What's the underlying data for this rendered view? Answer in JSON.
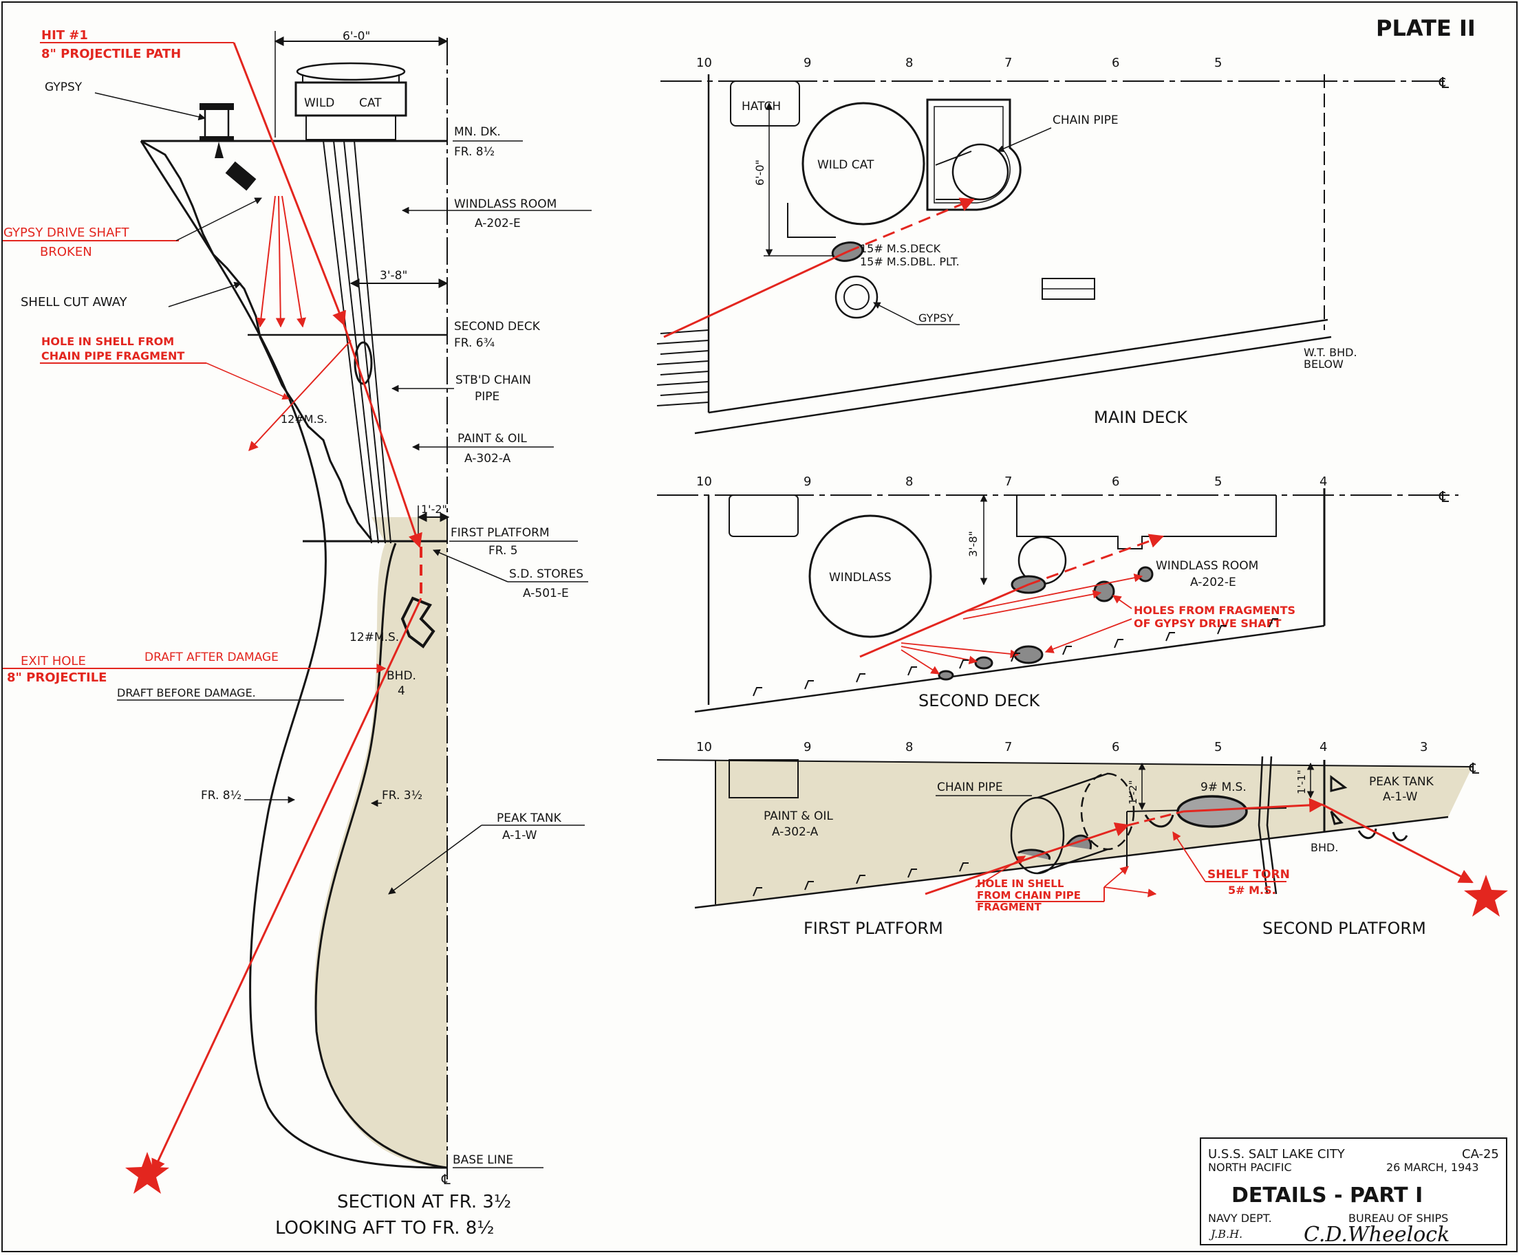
{
  "plate": "PLATE II",
  "section": {
    "hit_label": "HIT #1",
    "path_label": "8\" PROJECTILE PATH",
    "gypsy": "GYPSY",
    "dim_top": "6'-0\"",
    "wildcat_left": "WILD",
    "wildcat_right": "CAT",
    "gypsy_drive_shaft": "GYPSY DRIVE SHAFT",
    "broken": "BROKEN",
    "shell_cut_away": "SHELL CUT AWAY",
    "hole_in_shell_1": "HOLE IN SHELL FROM",
    "hole_in_shell_2": "CHAIN PIPE FRAGMENT",
    "ms12_a": "12#M.S.",
    "mn_dk": "MN. DK.",
    "fr_8half": "FR. 8½",
    "windlass_room": "WINDLASS ROOM",
    "windlass_room_code": "A-202-E",
    "dim_3_8": "3'-8\"",
    "second_deck": "SECOND DECK",
    "fr_6_3_4": "FR. 6¾",
    "stbd_chain": "STB'D CHAIN",
    "pipe": "PIPE",
    "paint_oil": "PAINT & OIL",
    "paint_oil_code": "A-302-A",
    "dim_1_2": "1'-2\"",
    "first_platform": "FIRST PLATFORM",
    "fr5": "FR. 5",
    "sd_stores": "S.D. STORES",
    "sd_stores_code": "A-501-E",
    "ms12_b": "12#M.S.",
    "exit_hole": "EXIT HOLE",
    "exit_proj": "8\" PROJECTILE",
    "draft_after": "DRAFT AFTER DAMAGE",
    "draft_before": "DRAFT BEFORE DAMAGE.",
    "bhd4_a": "BHD.",
    "bhd4_b": "4",
    "fr_8half_b": "FR. 8½",
    "fr_3half": "FR. 3½",
    "peak_tank": "PEAK TANK",
    "peak_tank_code": "A-1-W",
    "base_line": "BASE LINE",
    "cl": "℄",
    "caption1": "SECTION AT FR. 3½",
    "caption2": "LOOKING AFT TO FR. 8½"
  },
  "main_deck": {
    "frames": [
      "10",
      "9",
      "8",
      "7",
      "6",
      "5"
    ],
    "hatch": "HATCH",
    "wildcat": "WILD CAT",
    "chain_pipe": "CHAIN PIPE",
    "dim": "6'-0\"",
    "deck1": "15# M.S.DECK",
    "deck2": "15# M.S.DBL. PLT.",
    "gypsy": "GYPSY",
    "wt_bhd": "W.T. BHD.",
    "below": "BELOW",
    "title": "MAIN DECK"
  },
  "second_deck": {
    "frames": [
      "10",
      "9",
      "8",
      "7",
      "6",
      "5",
      "4"
    ],
    "windlass": "WINDLASS",
    "dim": "3'-8\"",
    "windlass_room": "WINDLASS ROOM",
    "windlass_room_code": "A-202-E",
    "holes1": "HOLES FROM FRAGMENTS",
    "holes2": "OF GYPSY DRIVE SHAFT",
    "title": "SECOND DECK"
  },
  "first_platform": {
    "frames": [
      "10",
      "9",
      "8",
      "7",
      "6",
      "5",
      "4",
      "3"
    ],
    "paint_oil": "PAINT & OIL",
    "paint_oil_code": "A-302-A",
    "chain_pipe": "CHAIN PIPE",
    "dim1": "1'-2\"",
    "ms9": "9# M.S.",
    "dim2": "1'-1\"",
    "peak_tank": "PEAK TANK",
    "peak_tank_code": "A-1-W",
    "bhd": "BHD.",
    "hole1": "HOLE IN SHELL",
    "hole2": "FROM CHAIN PIPE",
    "hole3": "FRAGMENT",
    "shelf_torn": "SHELF TORN",
    "ms5": "5# M.S.",
    "title_left": "FIRST PLATFORM",
    "title_right": "SECOND PLATFORM"
  },
  "title_block": {
    "ship": "U.S.S. SALT LAKE CITY",
    "hull": "CA-25",
    "area": "NORTH PACIFIC",
    "date": "26 MARCH, 1943",
    "title": "DETAILS - PART I",
    "dept": "NAVY DEPT.",
    "bureau": "BUREAU OF SHIPS",
    "initials": "J.B.H.",
    "signature": "C.D.Wheelock"
  },
  "colors": {
    "damage_red": "#e3261f",
    "tank_tint": "#e5dfc8",
    "ink": "#141414"
  }
}
